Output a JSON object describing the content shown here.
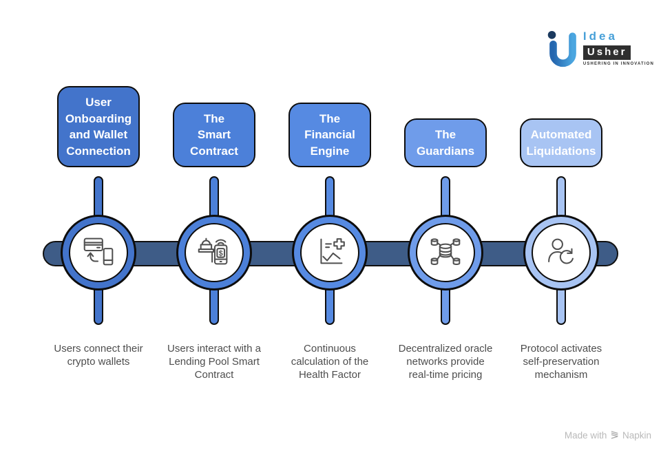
{
  "logo": {
    "idea": "Idea",
    "usher": "Usher",
    "tagline": "USHERING IN INNOVATION"
  },
  "footer": {
    "made_with": "Made with",
    "brand": "Napkin"
  },
  "timeline": {
    "bar_color": "#3e5c87",
    "outline_color": "#0d0d0d",
    "steps": [
      {
        "label": "User\nOnboarding\nand Wallet\nConnection",
        "description": "Users connect their\ncrypto wallets",
        "color": "#4374cb",
        "icon": "card-phone-transfer-icon"
      },
      {
        "label": "The\nSmart\nContract",
        "description": "Users interact with a\nLending Pool Smart\nContract",
        "color": "#4c80d9",
        "icon": "pos-mobile-payment-icon"
      },
      {
        "label": "The\nFinancial\nEngine",
        "description": "Continuous\ncalculation of the\nHealth Factor",
        "color": "#568ae2",
        "icon": "health-factor-chart-icon"
      },
      {
        "label": "The\nGuardians",
        "description": "Decentralized oracle\nnetworks provide\nreal-time pricing",
        "color": "#6f9cea",
        "icon": "oracle-network-icon"
      },
      {
        "label": "Automated\nLiquidations",
        "description": "Protocol activates\nself-preservation\nmechanism",
        "color": "#a8c4f3",
        "icon": "user-refresh-icon"
      }
    ]
  }
}
